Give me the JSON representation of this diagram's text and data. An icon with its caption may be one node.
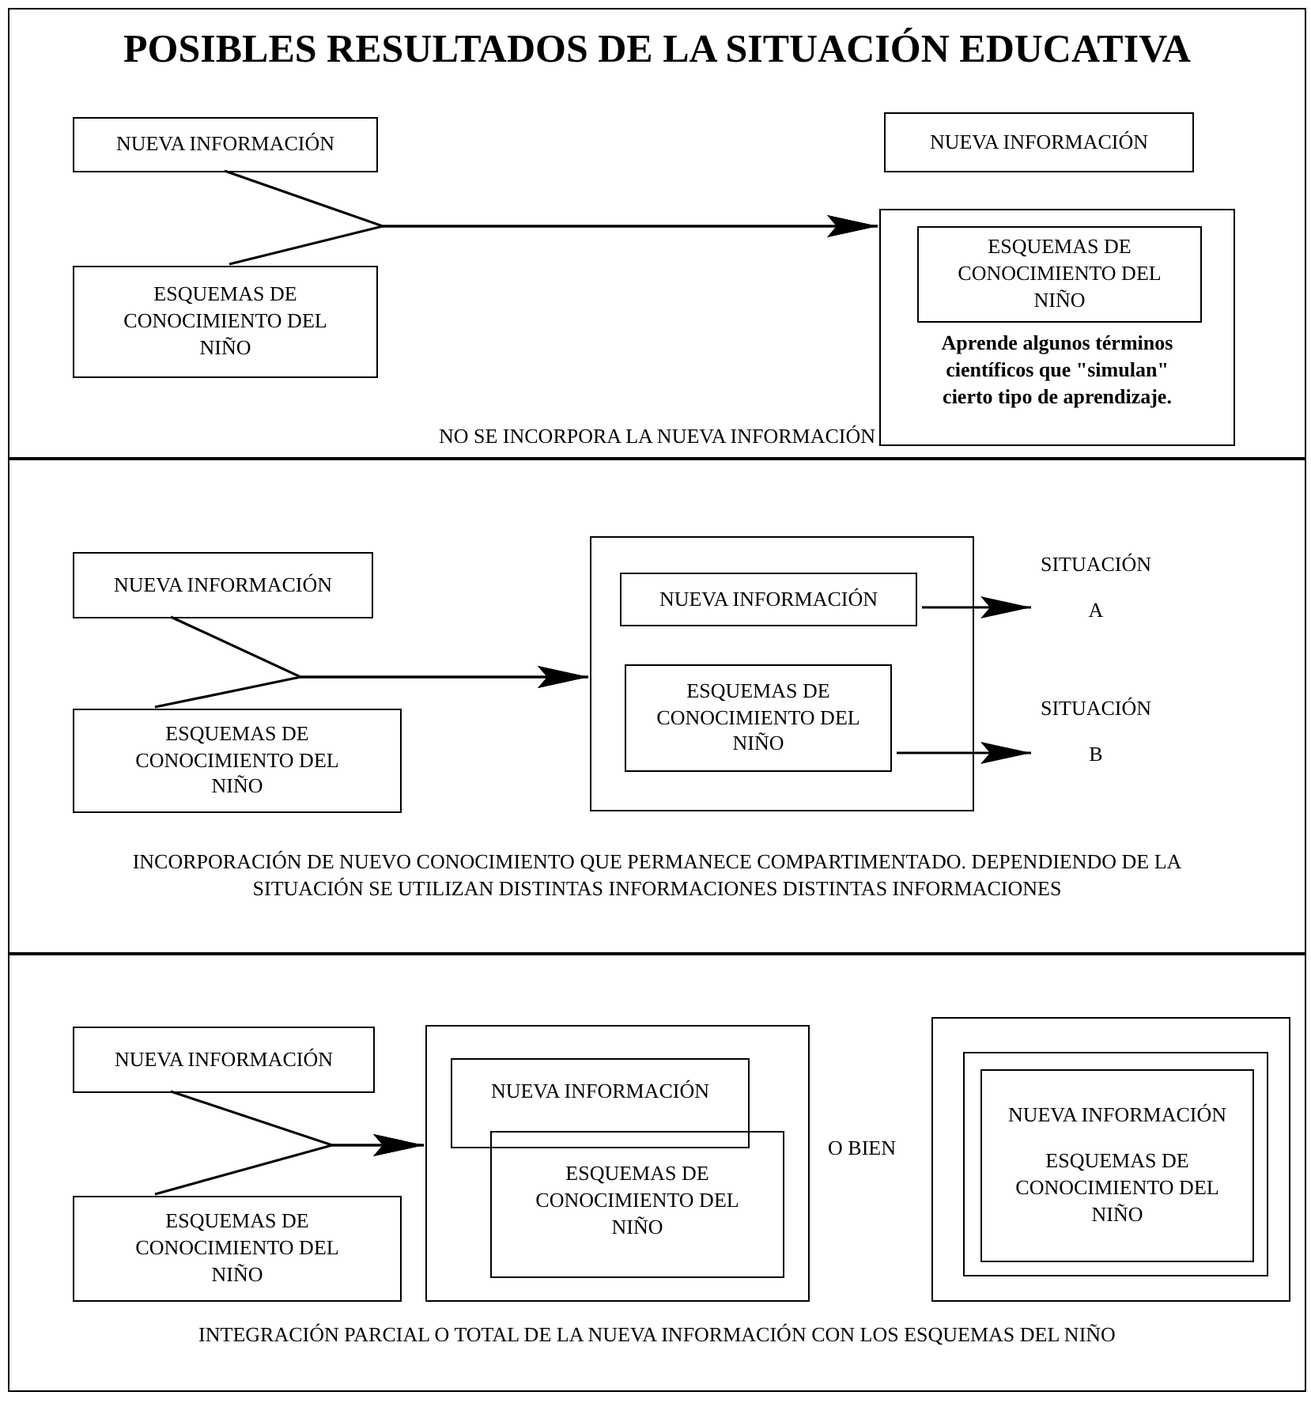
{
  "diagram": {
    "title": "POSIBLES RESULTADOS DE LA SITUACIÓN EDUCATIVA",
    "nodes": [
      {
        "text": [
          "NO SE INCORPORA LA NUEVA INFORMACIÓN"
        ]
      },
      {
        "text": [
          "NUEVA INFORMACIÓN"
        ],
        "in": 0
      },
      {
        "text": [
          "ESQUEMAS DE CONOCIMIENTO DEL NIÑO"
        ],
        "in": 0
      },
      {
        "text": [
          "NUEVA INFORMACIÓN"
        ],
        "in": 0
      },
      {
        "text": [
          "Aprende algunos términos científicos que \"simulan\" cierto tipo de aprendizaje."
        ],
        "in": 0
      },
      {
        "text": [
          "ESQUEMAS DE CONOCIMIENTO DEL NIÑO"
        ],
        "in": 4
      },
      {
        "text": [
          "INCORPORACIÓN DE NUEVO CONOCIMIENTO QUE PERMANECE COMPARTIMENTADO. DEPENDIENDO DE LA SITUACIÓN SE UTILIZAN DISTINTAS INFORMACIONES DISTINTAS INFORMACIONES"
        ]
      },
      {
        "text": [
          "NUEVA INFORMACIÓN"
        ],
        "in": 6
      },
      {
        "text": [
          "ESQUEMAS DE CONOCIMIENTO DEL NIÑO"
        ],
        "in": 6
      },
      {
        "text": [],
        "shape": "box",
        "in": 6
      },
      {
        "text": [
          "NUEVA INFORMACIÓN"
        ],
        "in": 9
      },
      {
        "text": [
          "ESQUEMAS DE CONOCIMIENTO DEL NIÑO"
        ],
        "in": 9
      },
      {
        "text": [
          "SITUACIÓN",
          "A"
        ],
        "in": 6
      },
      {
        "text": [
          "SITUACIÓN",
          "B"
        ],
        "in": 6
      },
      {
        "text": [
          "INTEGRACIÓN PARCIAL O TOTAL DE LA NUEVA INFORMACIÓN CON LOS ESQUEMAS DEL NIÑO"
        ]
      },
      {
        "text": [
          "NUEVA INFORMACIÓN"
        ],
        "in": 14
      },
      {
        "text": [
          "ESQUEMAS DE CONOCIMIENTO DEL NIÑO"
        ],
        "in": 14
      },
      {
        "text": [],
        "shape": "box",
        "in": 14
      },
      {
        "text": [
          "NUEVA INFORMACIÓN"
        ],
        "in": 17
      },
      {
        "text": [
          "ESQUEMAS DE CONOCIMIENTO DEL NIÑO"
        ],
        "in": 17
      },
      {
        "text": [],
        "shape": "box",
        "in": 14
      },
      {
        "text": [],
        "shape": "box",
        "in": 20
      },
      {
        "text": [
          "NUEVA INFORMACIÓN",
          "ESQUEMAS DE CONOCIMIENTO DEL NIÑO"
        ],
        "in": 21
      }
    ],
    "edges": [
      {
        "from": 1,
        "to": 4,
        "arrow": "to"
      },
      {
        "from": 2,
        "to": 4,
        "arrow": "to"
      },
      {
        "from": 7,
        "to": 9,
        "arrow": "to"
      },
      {
        "from": 8,
        "to": 9,
        "arrow": "to"
      },
      {
        "from": 10,
        "to": 12,
        "arrow": "to"
      },
      {
        "from": 11,
        "to": 13,
        "arrow": "to"
      },
      {
        "from": 15,
        "to": 17,
        "arrow": "to"
      },
      {
        "from": 16,
        "to": 17,
        "arrow": "to"
      }
    ],
    "labels": [
      "O BIEN"
    ]
  }
}
